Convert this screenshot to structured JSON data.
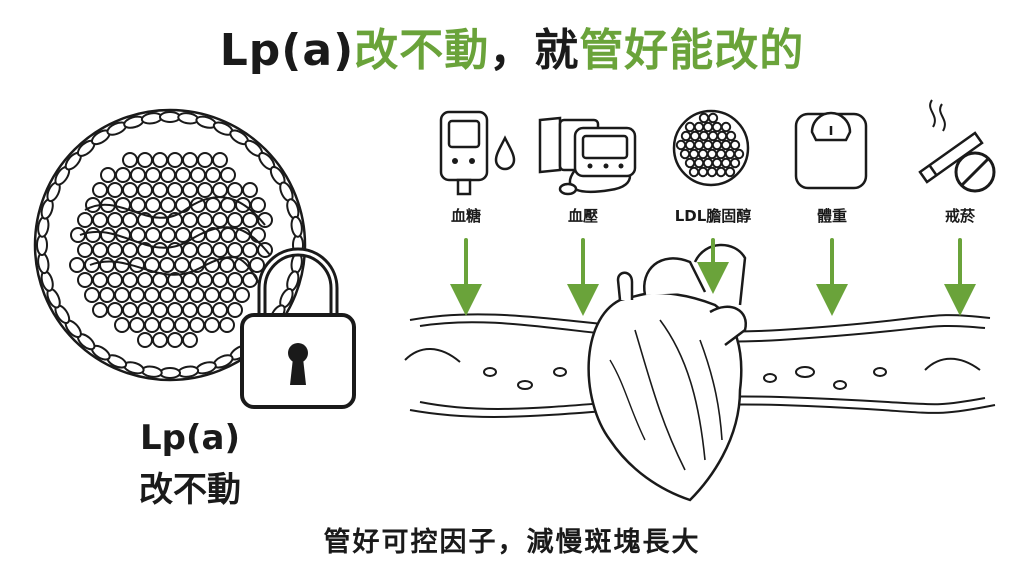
{
  "title": {
    "part1": "Lp(a)",
    "part2": "改不動",
    "part3": "，就",
    "part4": "管好能改的"
  },
  "lp_a_block": {
    "line1": "Lp(a)",
    "line2": "改不動"
  },
  "factors": [
    {
      "label": "血糖",
      "icon": "glucose-meter-icon"
    },
    {
      "label": "血壓",
      "icon": "blood-pressure-monitor-icon"
    },
    {
      "label": "LDL膽固醇",
      "icon": "ldl-particle-icon"
    },
    {
      "label": "體重",
      "icon": "scale-icon"
    },
    {
      "label": "戒菸",
      "icon": "no-smoking-icon"
    }
  ],
  "bottom_caption": "管好可控因子，減慢斑塊長大",
  "colors": {
    "accent_green": "#6aa33a",
    "ink": "#1a1a1a"
  }
}
